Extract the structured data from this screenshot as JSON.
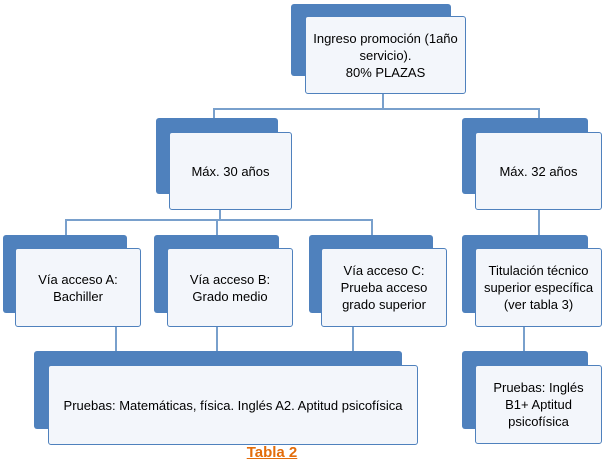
{
  "nodes": {
    "root": "Ingreso promoción (1año servicio).\n80% PLAZAS",
    "age30": "Máx. 30 años",
    "age32": "Máx. 32 años",
    "via_a": "Vía acceso A:\nBachiller",
    "via_b": "Vía acceso B:\nGrado medio",
    "via_c": "Vía acceso C:\nPrueba acceso grado superior",
    "titulacion": "Titulación técnico superior específica\n(ver tabla 3)",
    "pruebas_left": "Pruebas: Matemáticas, física. Inglés A2. Aptitud psicofísica",
    "pruebas_right": "Pruebas: Inglés B1+ Aptitud psicofísica"
  },
  "caption": "Tabla 2",
  "colors": {
    "back_box": "#4f81bd",
    "front_box": "#f3f6fb",
    "connector": "#79a0cc",
    "caption": "#e36c0a"
  }
}
